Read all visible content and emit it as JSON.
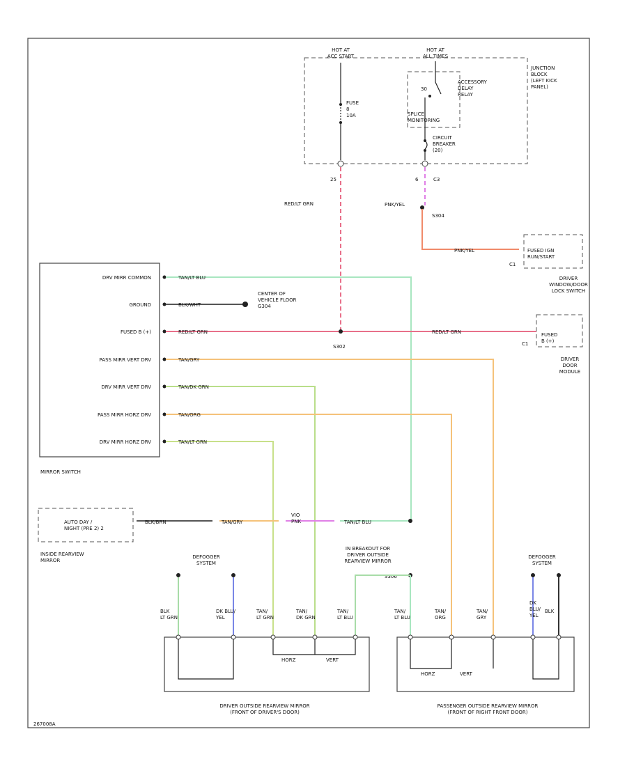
{
  "colors": {
    "red_lt_green": "#e8708a",
    "pink_yellow": "#f08a6a",
    "tan_lt_blue": "#a8e6c0",
    "black_white": "#555555",
    "tan_dk_green": "#b9de8a",
    "tan_grey": "#f5c27a",
    "tan_orange": "#f5c27a",
    "tan_lt_green": "#c8e08a",
    "dk_blue_yellow": "#7a86e6",
    "violet_pink": "#e080e6",
    "lt_green": "#a8dca8",
    "black": "#333333"
  },
  "power": {
    "hot_acc_label": "HOT AT\nACC START",
    "hot_all_label": "HOT AT\nALL TIMES",
    "fuse_label": "FUSE\n8\n10A",
    "relay_label": "ACCESSORY\nDELAY\nRELAY",
    "relay_pin": "30",
    "breaker_label": "CIRCUIT\nBREAKER\n(20)",
    "splice_label": "SPLICE\nMONITORING",
    "junction_label": "JUNCTION\nBLOCK\n(LEFT KICK\nPANEL)",
    "pin_25": "25",
    "pin_6": "6",
    "conn_c3": "C3",
    "wire_red_lt_green": "RED/LT GRN",
    "wire_pink_yellow": "PNK/YEL",
    "splice_s304": "S304",
    "splice_s302": "S302",
    "fused_ign": "FUSED IGN\nRUN/START",
    "conn_c1": "C1",
    "window_switch": "DRIVER\nWINDOW/DOOR\nLOCK SWITCH",
    "fused_b": "FUSED\nB (+)",
    "door_module": "DRIVER\nDOOR\nMODULE",
    "conn_c1b": "C1"
  },
  "mirror_switch": {
    "title": "MIRROR SWITCH",
    "rows": [
      {
        "label": "DRV MIRR COMMON",
        "wire": "TAN/LT BLU"
      },
      {
        "label": "GROUND",
        "wire": "BLK/WHT"
      },
      {
        "label": "FUSED B (+)",
        "wire": "RED/LT GRN"
      },
      {
        "label": "PASS MIRR VERT DRV",
        "wire": "TAN/GRY"
      },
      {
        "label": "DRV MIRR VERT DRV",
        "wire": "TAN/DK GRN"
      },
      {
        "label": "PASS MIRR HORZ DRV",
        "wire": "TAN/ORG"
      },
      {
        "label": "DRV MIRR HORZ DRV",
        "wire": "TAN/LT GRN"
      }
    ],
    "ground_point": "CENTER OF\nVEHICLE FLOOR\nG304"
  },
  "inside_mirror": {
    "label_box": "AUTO DAY /\nNIGHT (PRE 2) 2",
    "title": "INSIDE REARVIEW\nMIRROR",
    "wire1": "BLK/BRN",
    "wire2": "TAN/GRY",
    "wire3": "VIO\nPNK",
    "wire4": "TAN/LT BLU"
  },
  "bottom": {
    "defogger_left": "DEFOGGER\nSYSTEM",
    "defogger_right": "DEFOGGER\nSYSTEM",
    "breakout_label": "IN BREAKOUT FOR\nDRIVER OUTSIDE\nREARVIEW MIRROR",
    "breakout_splice": "S306",
    "driver_wires": [
      "BLK\nLT GRN",
      "DK BLU/\nYEL",
      "TAN/\nLT GRN",
      "TAN/\nDK GRN",
      "TAN/\nLT BLU"
    ],
    "pass_wires": [
      "TAN/\nLT BLU",
      "TAN/\nORG",
      "TAN/\nGRY",
      "DK\nBLU/\nYEL",
      "BLK"
    ],
    "horz": "HORZ",
    "vert": "VERT",
    "driver_mirror": "DRIVER OUTSIDE REARVIEW MIRROR\n(FRONT OF DRIVER'S DOOR)",
    "pass_mirror": "PASSENGER OUTSIDE REARVIEW MIRROR\n(FRONT OF RIGHT FRONT DOOR)"
  },
  "footer_code": "267008A"
}
